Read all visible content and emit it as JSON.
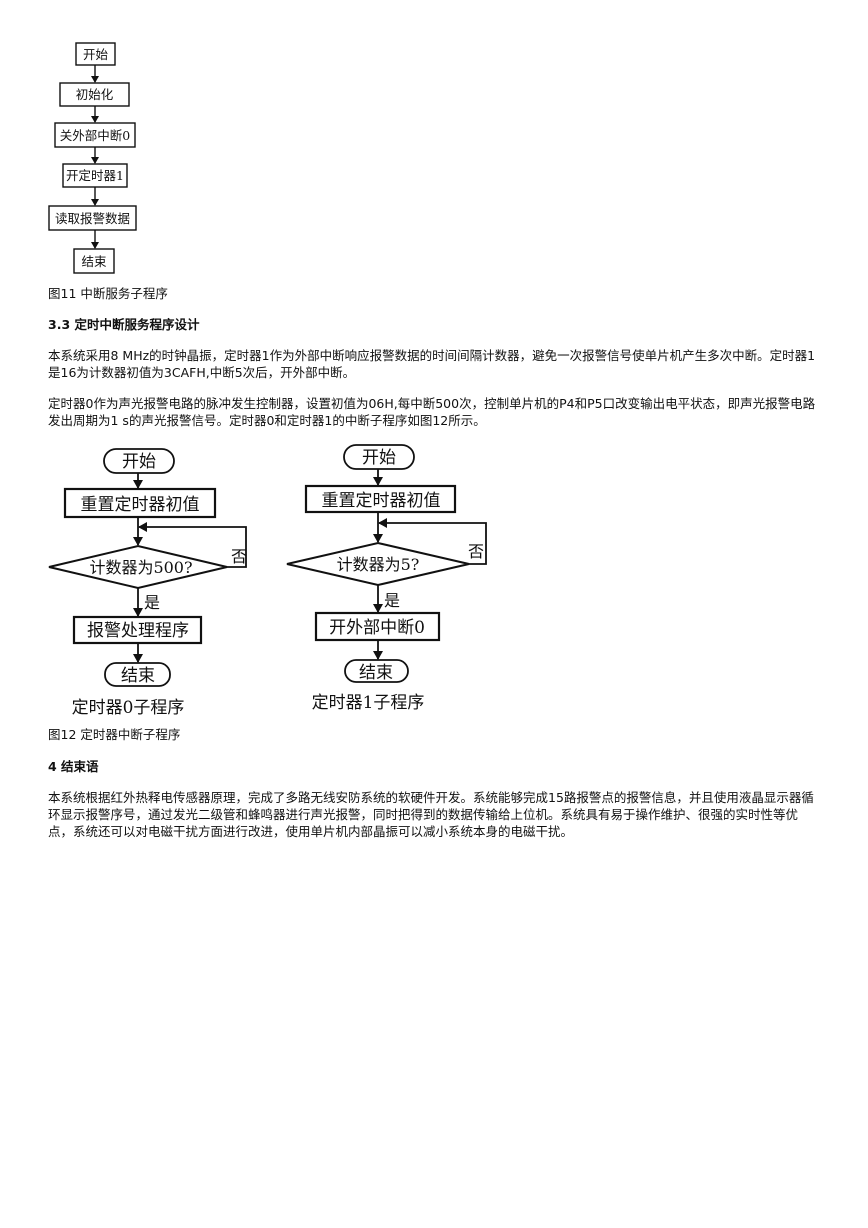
{
  "fig11": {
    "nodes": [
      "开始",
      "初始化",
      "关外部中断0",
      "开定时器1",
      "读取报警数据",
      "结束"
    ],
    "caption": "图11 中断服务子程序"
  },
  "section_3_3": {
    "heading": "3.3 定时中断服务程序设计",
    "para1": "本系统采用8 MHz的时钟晶振，定时器1作为外部中断响应报警数据的时间间隔计数器，避免一次报警信号使单片机产生多次中断。定时器1是16为计数器初值为3CAFH,中断5次后，开外部中断。",
    "para2": "定时器0作为声光报警电路的脉冲发生控制器，设置初值为06H,每中断500次，控制单片机的P4和P5口改变输出电平状态，即声光报警电路发出周期为1 s的声光报警信号。定时器0和定时器1的中断子程序如图12所示。"
  },
  "fig12": {
    "left": {
      "start": "开始",
      "reset": "重置定时器初值",
      "decision": "计数器为500?",
      "no": "否",
      "yes": "是",
      "process": "报警处理程序",
      "end": "结束",
      "label": "定时器0子程序"
    },
    "right": {
      "start": "开始",
      "reset": "重置定时器初值",
      "decision": "计数器为5?",
      "no": "否",
      "yes": "是",
      "process": "开外部中断0",
      "end": "结束",
      "label": "定时器1子程序"
    },
    "caption": "图12 定时器中断子程序"
  },
  "section_4": {
    "heading": "4 结束语",
    "para": "本系统根据红外热释电传感器原理，完成了多路无线安防系统的软硬件开发。系统能够完成15路报警点的报警信息，并且使用液晶显示器循环显示报警序号，通过发光二级管和蜂鸣器进行声光报警，同时把得到的数据传输给上位机。系统具有易于操作维护、很强的实时性等优点，系统还可以对电磁干扰方面进行改进，使用单片机内部晶振可以减小系统本身的电磁干扰。"
  }
}
